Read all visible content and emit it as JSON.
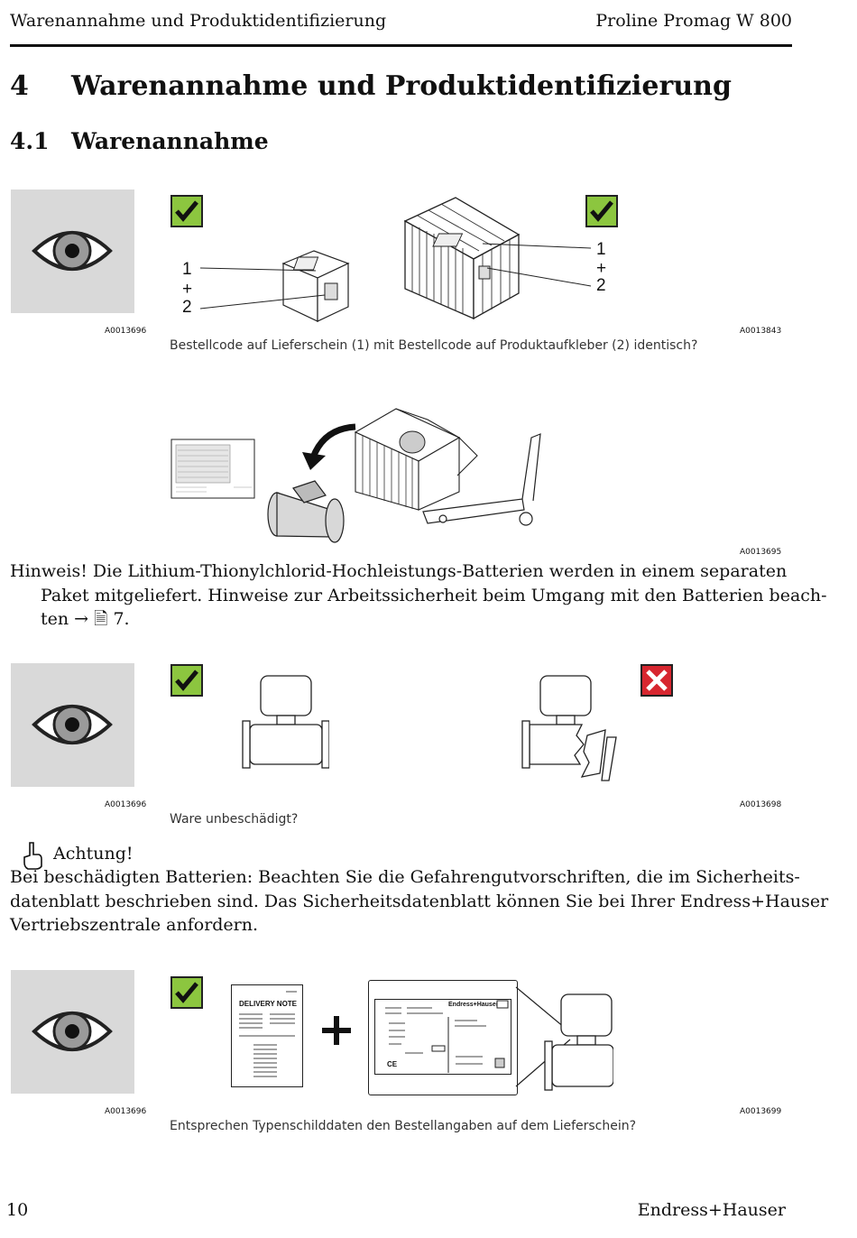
{
  "header": {
    "left": "Warenannahme und Produktidentifizierung",
    "right": "Proline Promag W 800"
  },
  "section": {
    "number": "4",
    "title": "Warenannahme und Produktidentifizierung"
  },
  "subsection": {
    "number": "4.1",
    "title": "Warenannahme"
  },
  "figure1": {
    "code_left": "A0013696",
    "code_right": "A0013843",
    "label_1": "1",
    "label_plus": "+",
    "label_2": "2",
    "caption": "Bestellcode auf Lieferschein (1) mit Bestellcode auf Produktaufkleber (2) identisch?"
  },
  "figure2": {
    "code": "A0013695"
  },
  "note": {
    "line1": "Hinweis! Die Lithium-Thionylchlorid-Hochleistungs-Batterien werden in einem separaten",
    "line2": "Paket mitgeliefert. Hinweise zur Arbeitssicherheit beim Umgang mit den Batterien beach-",
    "line3_prefix": "ten → ",
    "line3_page": "7."
  },
  "figure3": {
    "code_left": "A0013696",
    "code_right": "A0013698",
    "caption": "Ware unbeschädigt?"
  },
  "caution": {
    "title": "Achtung!",
    "line1": "Bei beschädigten Batterien: Beachten Sie die Gefahrengutvorschriften, die im Sicherheits-",
    "line2": "datenblatt beschrieben sind. Das Sicherheitsdatenblatt können Sie bei Ihrer Endress+Hauser",
    "line3": "Vertriebszentrale anfordern."
  },
  "figure4": {
    "code_left": "A0013696",
    "code_right": "A0013699",
    "delivery_note": "DELIVERY NOTE",
    "nameplate_brand": "Endress+Hauser",
    "ce_mark": "CE",
    "caption": "Entsprechen Typenschilddaten den Bestellangaben auf dem Lieferschein?"
  },
  "footer": {
    "page": "10",
    "brand": "Endress+Hauser"
  },
  "colors": {
    "check_green": "#8cc63f",
    "cross_red": "#d7262f",
    "panel_grey": "#d9d9d9"
  }
}
